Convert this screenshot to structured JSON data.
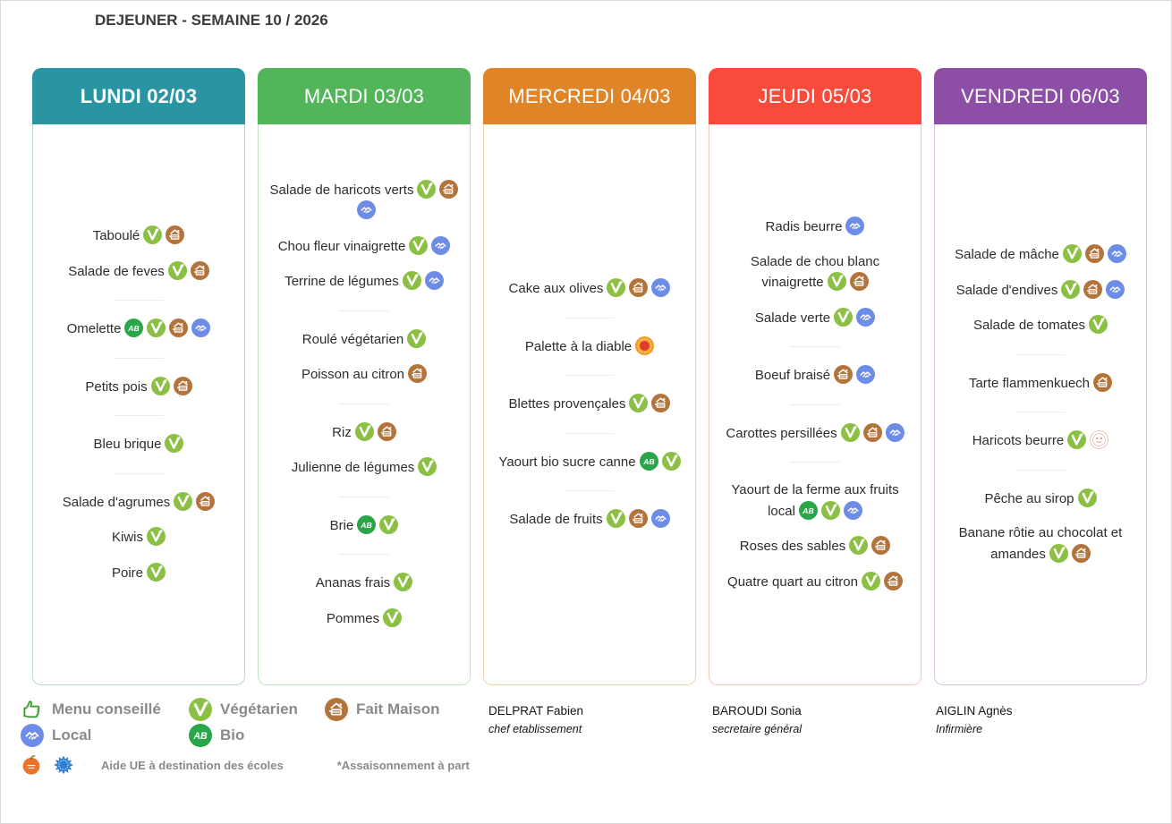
{
  "title": "DEJEUNER - SEMAINE 10 / 2026",
  "colors": {
    "lundi": "#2995a3",
    "mardi": "#53b55a",
    "mercredi": "#e08527",
    "jeudi": "#f94b3b",
    "vendredi": "#8d4fa5",
    "vegetarien": "#8cc044",
    "fait_maison": "#b3743c",
    "bio": "#27a74a",
    "local": "#6d8ce8"
  },
  "days": [
    {
      "id": "lundi",
      "label": "LUNDI 02/03",
      "color": "#2995a3",
      "border": "#b9d8dd",
      "bold": true,
      "groups": [
        [
          {
            "label": "Taboulé",
            "icons": [
              "veg",
              "fm"
            ]
          },
          {
            "label": "Salade de feves",
            "icons": [
              "veg",
              "fm"
            ]
          }
        ],
        [
          {
            "label": "Omelette",
            "icons": [
              "bio",
              "veg",
              "fm",
              "local"
            ]
          }
        ],
        [
          {
            "label": "Petits pois",
            "icons": [
              "veg",
              "fm"
            ]
          }
        ],
        [
          {
            "label": "Bleu brique",
            "icons": [
              "veg"
            ]
          }
        ],
        [
          {
            "label": "Salade d'agrumes",
            "icons": [
              "veg",
              "fm"
            ]
          },
          {
            "label": "Kiwis",
            "icons": [
              "veg"
            ]
          },
          {
            "label": "Poire",
            "icons": [
              "veg"
            ]
          }
        ]
      ]
    },
    {
      "id": "mardi",
      "label": "MARDI 03/03",
      "color": "#53b55a",
      "border": "#c5e3c6",
      "bold": false,
      "groups": [
        [
          {
            "label": "Salade de haricots verts",
            "icons": [
              "veg",
              "fm",
              "local"
            ]
          },
          {
            "label": "Chou fleur vinaigrette",
            "icons": [
              "veg",
              "local"
            ]
          },
          {
            "label": "Terrine de légumes",
            "icons": [
              "veg",
              "local"
            ]
          }
        ],
        [
          {
            "label": "Roulé végétarien",
            "icons": [
              "veg"
            ]
          },
          {
            "label": "Poisson au citron",
            "icons": [
              "fm"
            ]
          }
        ],
        [
          {
            "label": "Riz",
            "icons": [
              "veg",
              "fm"
            ]
          },
          {
            "label": "Julienne de légumes",
            "icons": [
              "veg"
            ]
          }
        ],
        [
          {
            "label": "Brie",
            "icons": [
              "bio",
              "veg"
            ]
          }
        ],
        [
          {
            "label": "Ananas frais",
            "icons": [
              "veg"
            ]
          },
          {
            "label": "Pommes",
            "icons": [
              "veg"
            ]
          }
        ]
      ]
    },
    {
      "id": "mercredi",
      "label": "MERCREDI 04/03",
      "color": "#e08527",
      "border": "#f3d1a8",
      "bold": false,
      "groups": [
        [
          {
            "label": "Cake aux olives",
            "icons": [
              "veg",
              "fm",
              "local"
            ]
          }
        ],
        [
          {
            "label": "Palette à la diable",
            "icons": [
              "pork"
            ]
          }
        ],
        [
          {
            "label": "Blettes provençales",
            "icons": [
              "veg",
              "fm"
            ]
          }
        ],
        [
          {
            "label": "Yaourt bio sucre canne",
            "icons": [
              "bio",
              "veg"
            ]
          }
        ],
        [
          {
            "label": "Salade de fruits",
            "icons": [
              "veg",
              "fm",
              "local"
            ]
          }
        ]
      ]
    },
    {
      "id": "jeudi",
      "label": "JEUDI 05/03",
      "color": "#f94b3b",
      "border": "#fcc3bd",
      "bold": false,
      "groups": [
        [
          {
            "label": "Radis beurre",
            "icons": [
              "local"
            ]
          },
          {
            "label": "Salade de chou blanc vinaigrette",
            "icons": [
              "veg",
              "fm"
            ]
          },
          {
            "label": "Salade verte",
            "icons": [
              "veg",
              "local"
            ]
          }
        ],
        [
          {
            "label": "Boeuf braisé",
            "icons": [
              "fm",
              "local"
            ]
          }
        ],
        [
          {
            "label": "Carottes persillées",
            "icons": [
              "veg",
              "fm",
              "local"
            ]
          }
        ],
        [
          {
            "label": "Yaourt de la ferme aux fruits local",
            "icons": [
              "bio",
              "veg",
              "local"
            ]
          },
          {
            "label": "Roses des sables",
            "icons": [
              "veg",
              "fm"
            ]
          },
          {
            "label": "Quatre quart au citron",
            "icons": [
              "veg",
              "fm"
            ]
          }
        ]
      ]
    },
    {
      "id": "vendredi",
      "label": "VENDREDI 06/03",
      "color": "#8d4fa5",
      "border": "#dcc3e6",
      "bold": false,
      "groups": [
        [
          {
            "label": "Salade de mâche",
            "icons": [
              "veg",
              "fm",
              "local"
            ]
          },
          {
            "label": "Salade d'endives",
            "icons": [
              "veg",
              "fm",
              "local"
            ]
          },
          {
            "label": "Salade de tomates",
            "icons": [
              "veg"
            ]
          }
        ],
        [
          {
            "label": "Tarte flammenkuech",
            "icons": [
              "fm"
            ]
          }
        ],
        [
          {
            "label": "Haricots beurre",
            "icons": [
              "veg",
              "fresh"
            ]
          }
        ],
        [
          {
            "label": "Pêche au sirop",
            "icons": [
              "veg"
            ]
          },
          {
            "label": "Banane rôtie au chocolat et amandes",
            "icons": [
              "veg",
              "fm"
            ]
          }
        ]
      ]
    }
  ],
  "legend": {
    "menu_conseille": "Menu conseillé",
    "vegetarien": "Végétarien",
    "fait_maison": "Fait Maison",
    "local": "Local",
    "bio": "Bio",
    "aide_ue": "Aide UE à destination des écoles",
    "assaisonnement": "*Assaisonnement à part"
  },
  "staff": [
    {
      "name": "DELPRAT Fabien",
      "role": "chef etablissement"
    },
    {
      "name": "BAROUDI Sonia",
      "role": "secretaire général"
    },
    {
      "name": "AIGLIN Agnès",
      "role": "Infirmière"
    }
  ]
}
